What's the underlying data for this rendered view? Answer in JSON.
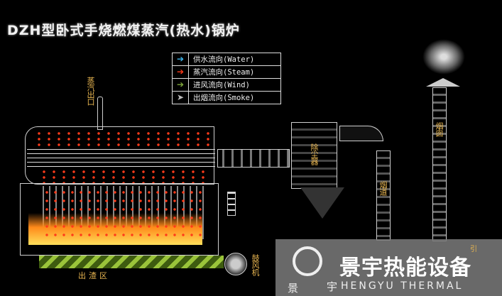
{
  "title": "DZH型卧式手烧燃煤蒸汽(热水)锅炉",
  "legend": {
    "items": [
      {
        "icon": "blue-arrow-icon",
        "symbol": "➔",
        "color": "#3fb8f0",
        "label": "供水流向(Water)"
      },
      {
        "icon": "red-arrow-icon",
        "symbol": "➔",
        "color": "#ff3b1a",
        "label": "蒸汽流向(Steam)"
      },
      {
        "icon": "green-arrow-icon",
        "symbol": "➔",
        "color": "#7fa83a",
        "label": "进风流向(Wind)"
      },
      {
        "icon": "gray-arrow-icon",
        "symbol": "➤",
        "color": "#bbbbbb",
        "label": "出烟流向(Smoke)"
      }
    ]
  },
  "labels": {
    "steam_outlet": "蒸汽出口",
    "slag_zone": "出渣区",
    "blower": "鼓风机",
    "dust_collector": "除尘器",
    "flue": "烟道",
    "chimney": "烟囱",
    "induced_fan_partial": "引"
  },
  "logo": {
    "company_cn": "景宇热能设备",
    "char1": "景",
    "char2": "宇",
    "company_en": "HENGYU THERMAL"
  }
}
